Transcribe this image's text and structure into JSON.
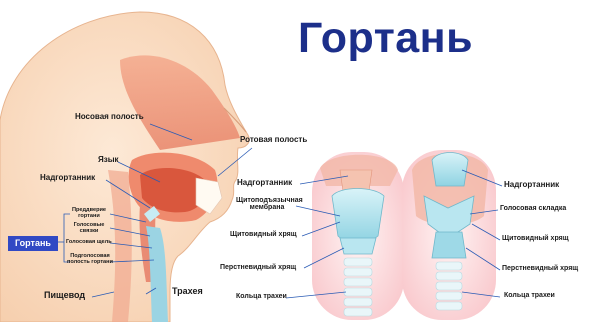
{
  "title": "Гортань",
  "colors": {
    "title": "#1c2f8a",
    "badge": "#3149c4",
    "leader": "#2a5bb5"
  },
  "labels": {
    "nasal_cavity": "Носовая полость",
    "oral_cavity": "Ротовая полость",
    "tongue": "Язык",
    "epiglottis_left": "Надгортанник",
    "vestibule": "Преддверие гортани",
    "vocal_folds": "Голосовые связки",
    "glottis": "Голосовая щель",
    "subglottic": "Подголосовая полость гортани",
    "larynx_badge": "Гортань",
    "esophagus": "Пищевод",
    "trachea": "Трахея",
    "epiglottis_front": "Надгортанник",
    "thyrohyoid": "Щитоподъязычная мембрана",
    "thyroid_front": "Щитовидный хрящ",
    "cricoid_front": "Перстневидный хрящ",
    "rings_front": "Кольца трахеи",
    "epiglottis_back": "Надгортанник",
    "vocal_fold_back": "Голосовая складка",
    "thyroid_back": "Щитовидный хрящ",
    "cricoid_back": "Перстневидный хрящ",
    "rings_back": "Кольца трахеи"
  }
}
